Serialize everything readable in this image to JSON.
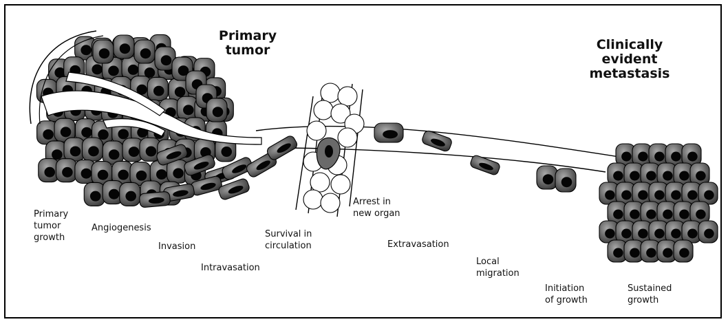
{
  "titles": {
    "primary": "Primary\ntumor",
    "metastasis": "Clinically\nevident\nmetastasis"
  },
  "steps": [
    "Primary\ntumor\ngrowth",
    "Angiogenesis",
    "Invasion",
    "Intravasation",
    "Survival in\ncirculation",
    "Arrest in\nnew organ",
    "Extravasation",
    "Local\nmigration",
    "Initiation\nof growth",
    "Sustained\ngrowth"
  ],
  "colors": {
    "cell_fill": "#5a5a5a",
    "cell_light": "#9a9a9a",
    "nucleus": "#050505",
    "line": "#000000",
    "background": "#ffffff"
  }
}
